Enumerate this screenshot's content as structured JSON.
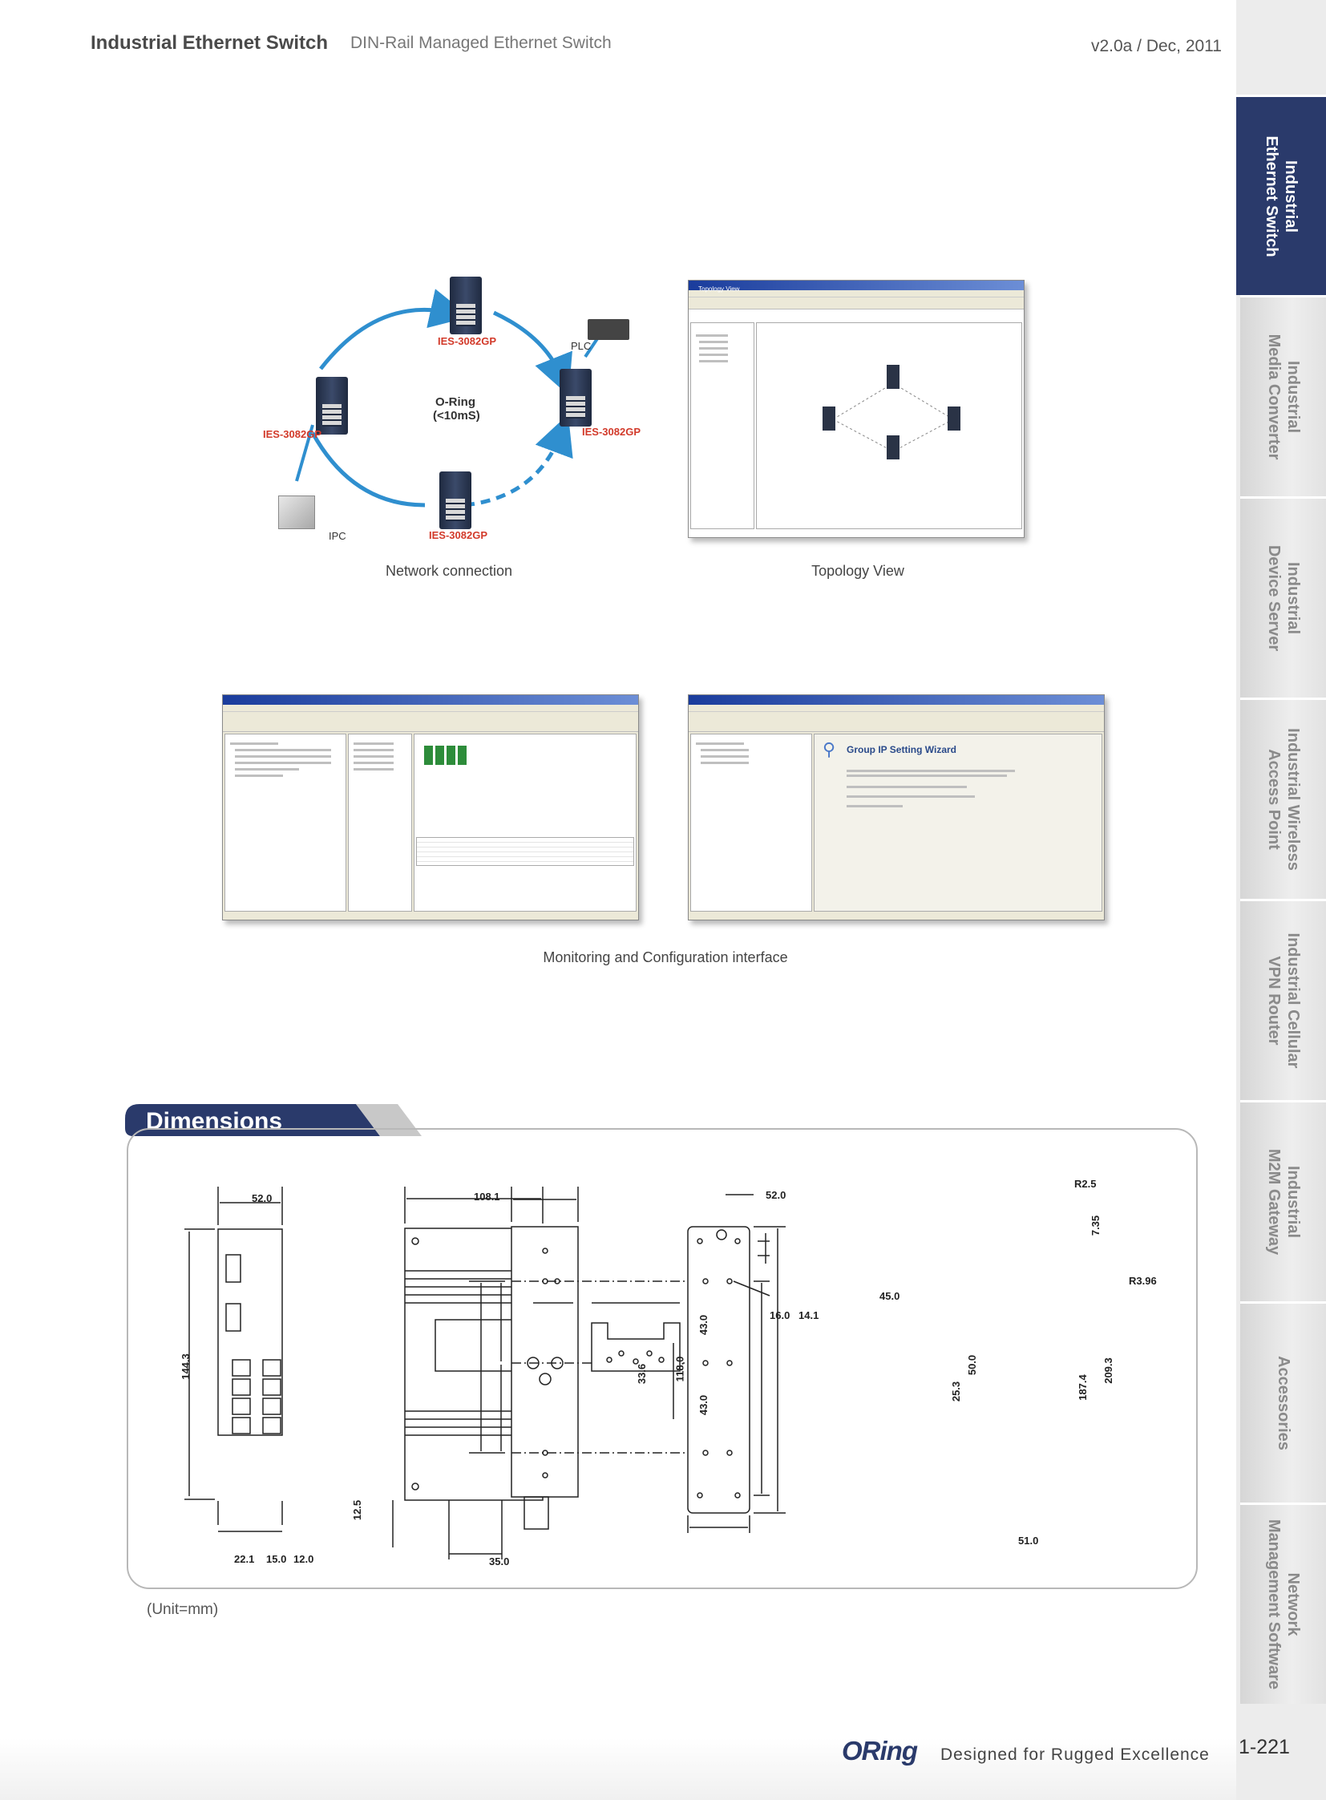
{
  "header": {
    "title": "Industrial Ethernet Switch",
    "subtitle": "DIN-Rail Managed Ethernet Switch",
    "version": "v2.0a / Dec, 2011"
  },
  "tabs": [
    {
      "line1": "Industrial",
      "line2": "Ethernet Switch",
      "active": true
    },
    {
      "line1": "Industrial",
      "line2": "Media Converter",
      "active": false
    },
    {
      "line1": "Industrial",
      "line2": "Device Server",
      "active": false
    },
    {
      "line1": "Industrial Wireless",
      "line2": "Access Point",
      "active": false
    },
    {
      "line1": "Industrial Cellular",
      "line2": "VPN Router",
      "active": false
    },
    {
      "line1": "Industrial",
      "line2": "M2M Gateway",
      "active": false
    },
    {
      "line1": "Accessories",
      "line2": "",
      "active": false
    },
    {
      "line1": "Network",
      "line2": "Management Software",
      "active": false
    }
  ],
  "network": {
    "caption": "Network connection",
    "ring_label": "O-Ring",
    "ring_time": "(<10mS)",
    "device_label": "IES-3082GP",
    "plc_label": "PLC",
    "ipc_label": "IPC"
  },
  "topology": {
    "caption": "Topology View",
    "window_title": "Topology View"
  },
  "monitor": {
    "caption": "Monitoring and Configuration interface",
    "wizard_title": "Group IP Setting Wizard"
  },
  "dimensions": {
    "title": "Dimensions",
    "unit": "(Unit=mm)",
    "front_width": "52.0",
    "front_height": "144.3",
    "front_bottom_a": "22.1",
    "front_bottom_b": "15.0",
    "front_bottom_c": "12.0",
    "side_width": "108.1",
    "side_height": "33.6",
    "side_bottom": "35.0",
    "side_left": "12.5",
    "rear_width": "52.0",
    "rear_height": "118.0",
    "rear_half_a": "43.0",
    "rear_half_b": "43.0",
    "rear_hole_a": "16.0",
    "rear_hole_b": "14.1",
    "clip_width": "45.0",
    "clip_height": "50.0",
    "clip_inner": "25.3",
    "plate_r1": "R2.5",
    "plate_r2": "R3.96",
    "plate_top": "7.35",
    "plate_height_a": "187.4",
    "plate_height_b": "209.3",
    "plate_width": "51.0"
  },
  "footer": {
    "logo": "ORing",
    "slogan": "Designed for Rugged Excellence",
    "page_number": "1-221"
  }
}
